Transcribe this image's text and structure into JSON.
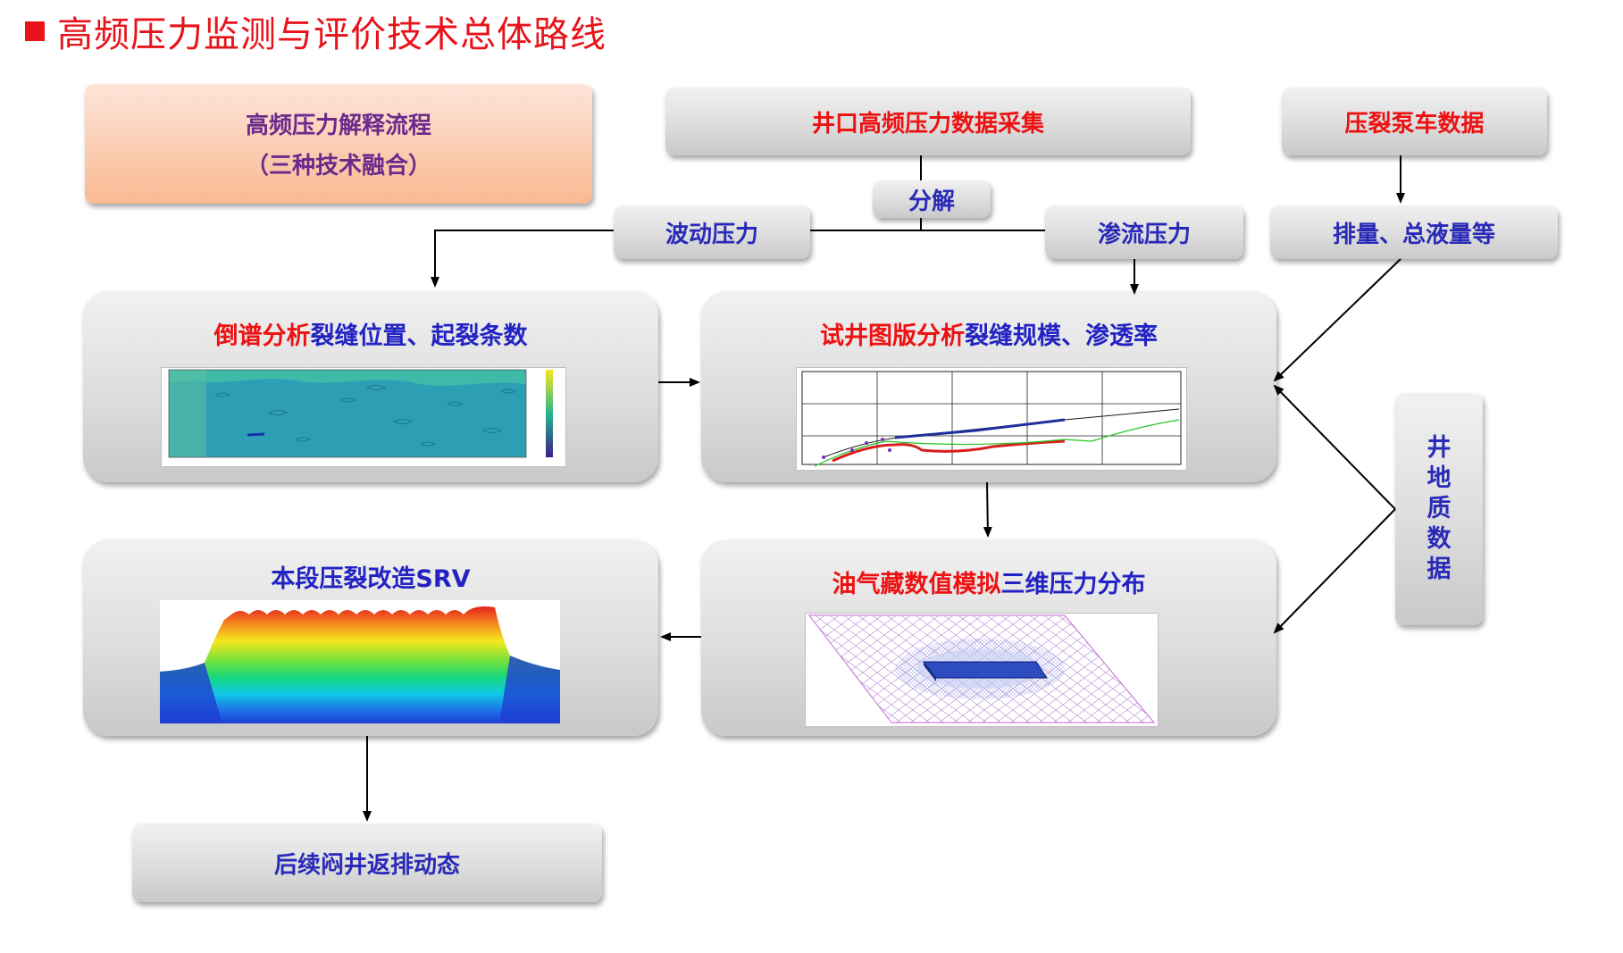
{
  "title": "高频压力监测与评价技术总体路线",
  "colors": {
    "title": "#e8131a",
    "red_text": "#ee1111",
    "blue_text": "#2323c4",
    "purple_text": "#6b2a8c"
  },
  "flow_box": {
    "line1": "高频压力解释流程",
    "line2": "（三种技术融合）"
  },
  "wellhead": "井口高频压力数据采集",
  "pump": "压裂泵车数据",
  "decompose": "分解",
  "wave_pressure": "波动压力",
  "seepage_pressure": "渗流压力",
  "displacement": "排量、总液量等",
  "cepstrum": {
    "red": "倒谱分析",
    "blue": "裂缝位置、起裂条数"
  },
  "welltest": {
    "red": "试井图版分析",
    "blue": "裂缝规模、渗透率"
  },
  "reservoir": {
    "red": "油气藏数值模拟",
    "blue": "三维压力分布"
  },
  "srv": "本段压裂改造SRV",
  "flowback": "后续闷井返排动态",
  "geology": [
    "井",
    "地",
    "质",
    "数",
    "据"
  ]
}
